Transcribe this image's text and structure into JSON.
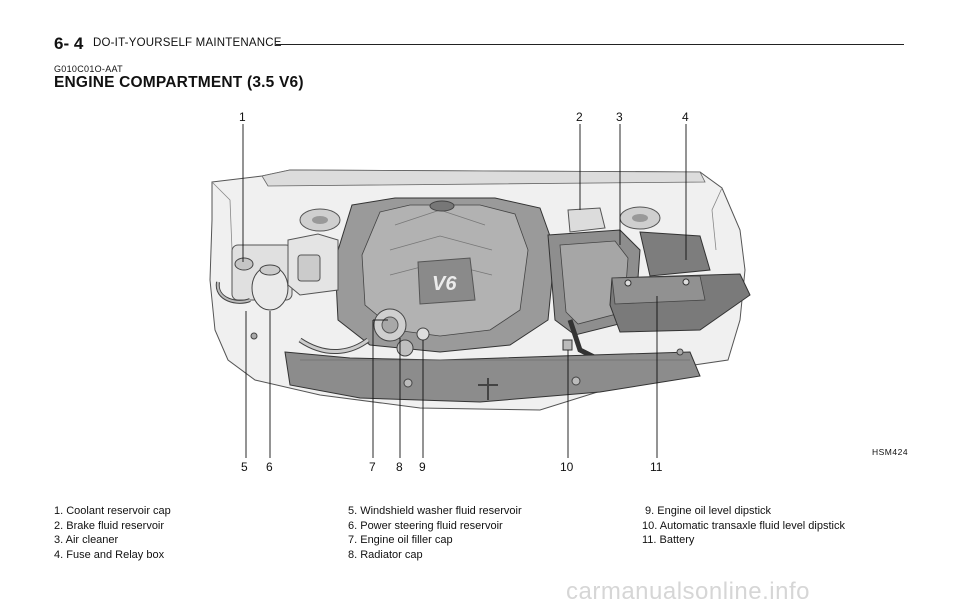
{
  "header": {
    "page_number": "6- 4",
    "section": "DO-IT-YOURSELF MAINTENANCE"
  },
  "code": "G010C01O-AAT",
  "title": "ENGINE COMPARTMENT (3.5 V6)",
  "figure": {
    "callouts": [
      "1",
      "2",
      "3",
      "4",
      "5",
      "6",
      "7",
      "8",
      "9",
      "10",
      "11"
    ],
    "badge_text": "V6",
    "figure_code": "HSM424"
  },
  "legend": {
    "col1": [
      "1. Coolant reservoir cap",
      "2. Brake fluid reservoir",
      "3. Air cleaner",
      "4. Fuse and Relay box"
    ],
    "col2": [
      "5. Windshield washer fluid reservoir",
      "6. Power steering fluid reservoir",
      "7. Engine oil filler cap",
      "8. Radiator cap"
    ],
    "col3": [
      " 9. Engine oil level dipstick",
      "10. Automatic transaxle fluid level dipstick",
      "11. Battery"
    ]
  },
  "watermark": "carmanualsonline.info"
}
